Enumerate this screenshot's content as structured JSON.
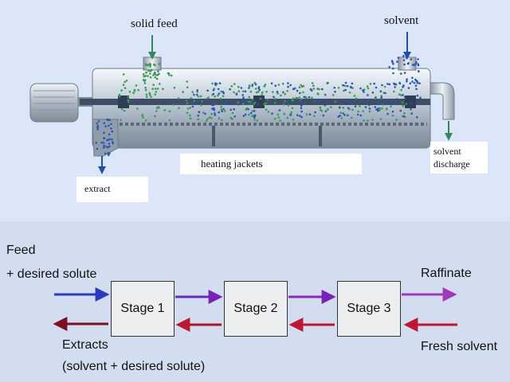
{
  "extractor": {
    "solid_feed_label": "solid feed",
    "solvent_label": "solvent",
    "heating_jackets_label": "heating jackets",
    "extract_label": "extract",
    "solvent_discharge_line1": "solvent",
    "solvent_discharge_line2": "discharge"
  },
  "flow": {
    "feed_line1": "Feed",
    "feed_line2": "+ desired solute",
    "raffinate": "Raffinate",
    "fresh_solvent": "Fresh solvent",
    "extracts_line1": "Extracts",
    "extracts_line2": "(solvent + desired solute)",
    "stages": [
      "Stage 1",
      "Stage 2",
      "Stage 3"
    ]
  },
  "colors": {
    "solid_particles": "#3a9a55",
    "solvent_particles": "#2a54b8",
    "feed_arrow": "#2a3bc0",
    "mid_arrow": "#7a22b8",
    "return_arrow": "#c01830",
    "extract_arrow": "#7a1020",
    "raffinate_arrow": "#a23ab8"
  }
}
